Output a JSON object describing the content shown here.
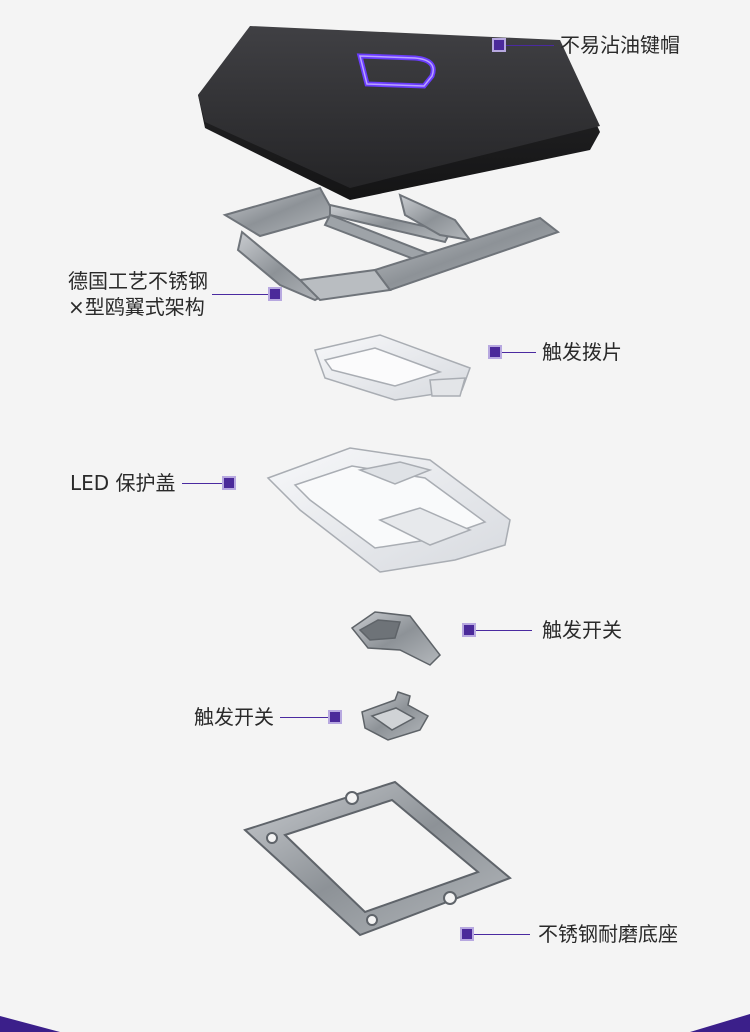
{
  "labels": {
    "keycap": "不易沾油键帽",
    "frame_line1": "德国工艺不锈钢",
    "frame_line2": "×型鸥翼式架构",
    "trigger_paddle": "触发拨片",
    "led_cover": "LED 保护盖",
    "switch_right": "触发开关",
    "switch_left": "触发开关",
    "base": "不锈钢耐磨底座"
  },
  "colors": {
    "accent": "#4b2a9a",
    "accent_light": "#b7a8e0",
    "keycap_body": "#2f2f31",
    "led_glow": "#6a3cff",
    "background": "#f4f4f4",
    "metal": "#9aa0a6",
    "plastic_clear": "#e6e8ec"
  }
}
